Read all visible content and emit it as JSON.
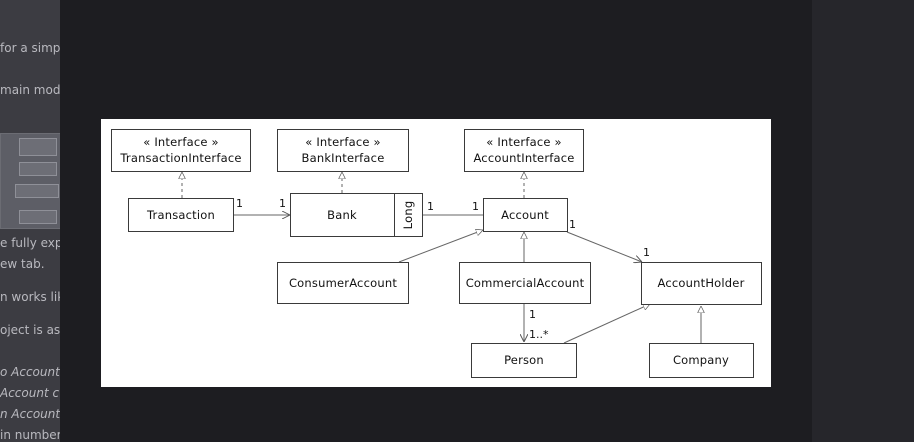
{
  "background": {
    "left_text": [
      {
        "text": "for a simp",
        "italic": false
      },
      {
        "text": "main mode",
        "italic": false
      },
      {
        "text": "e fully exp",
        "italic": false
      },
      {
        "text": "ew tab.",
        "italic": false
      },
      {
        "text": "n works like",
        "italic": false
      },
      {
        "text": "oject is asso",
        "italic": false
      },
      {
        "text": "o Account",
        "italic": true
      },
      {
        "text": "Account c",
        "italic": true
      },
      {
        "text": "n AccountH",
        "italic": true
      },
      {
        "text": "in number",
        "italic": false
      }
    ]
  },
  "diagram": {
    "classes": {
      "transaction_interface": {
        "stereotype": "« Interface »",
        "name": "TransactionInterface"
      },
      "bank_interface": {
        "stereotype": "« Interface »",
        "name": "BankInterface"
      },
      "account_interface": {
        "stereotype": "« Interface »",
        "name": "AccountInterface"
      },
      "transaction": {
        "name": "Transaction"
      },
      "bank": {
        "name": "Bank",
        "qualifier": "Long"
      },
      "account": {
        "name": "Account"
      },
      "consumer_account": {
        "name": "ConsumerAccount"
      },
      "commercial_account": {
        "name": "CommercialAccount"
      },
      "account_holder": {
        "name": "AccountHolder"
      },
      "person": {
        "name": "Person"
      },
      "company": {
        "name": "Company"
      }
    },
    "multiplicities": {
      "transaction_bank_src": "1",
      "transaction_bank_dst": "1",
      "bank_account_src": "1",
      "bank_account_dst": "1",
      "account_holder_src": "1",
      "account_holder_dst": "1",
      "commercial_person_src": "1",
      "commercial_person_dst": "1..*"
    }
  }
}
